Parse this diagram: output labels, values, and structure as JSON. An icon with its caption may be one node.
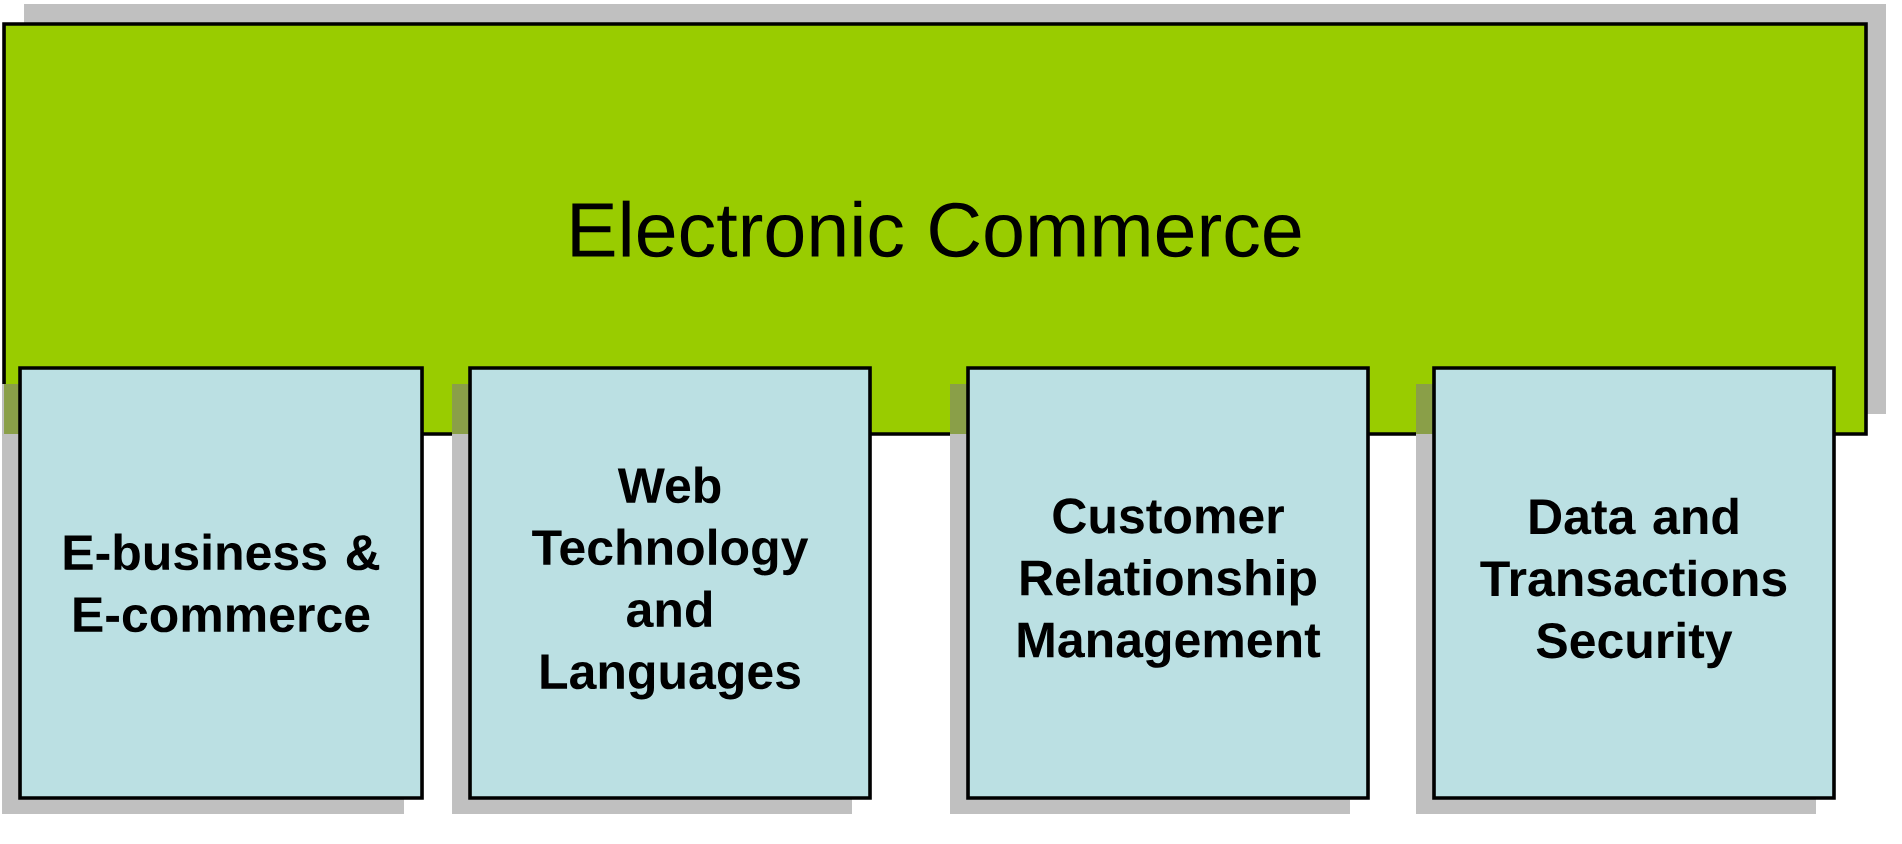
{
  "diagram": {
    "nodes": [
      {
        "text": [
          "Electronic Commerce"
        ]
      },
      {
        "text": [
          "E-business & E-commerce"
        ]
      },
      {
        "text": [
          "Web Technology and Languages"
        ]
      },
      {
        "text": [
          "Customer Relationship Management"
        ]
      },
      {
        "text": [
          "Data and Transactions Security"
        ]
      }
    ]
  }
}
